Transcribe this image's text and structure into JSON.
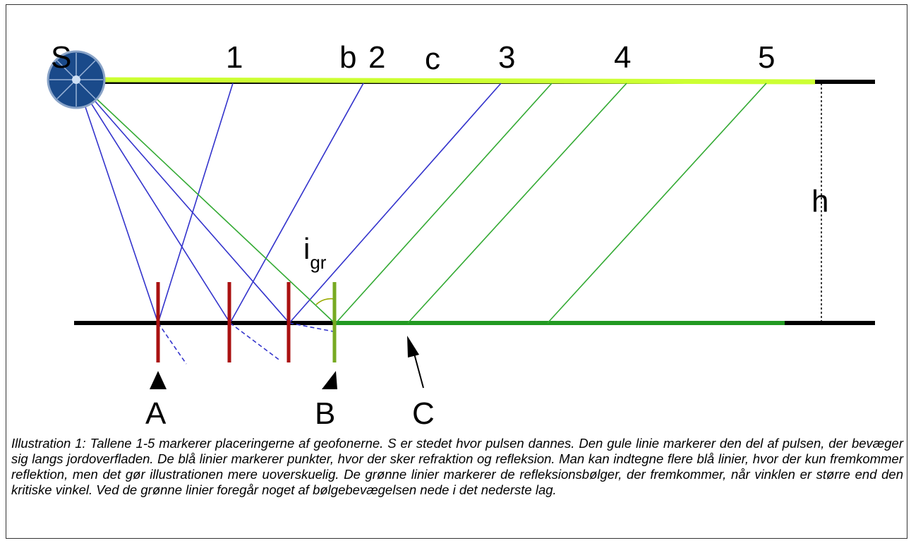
{
  "labels": {
    "source": "S",
    "geophones": [
      "1",
      "b",
      "2",
      "c",
      "3",
      "4",
      "5"
    ],
    "depth": "h",
    "angle_main": "i",
    "angle_sub": "gr",
    "markers": [
      "A",
      "B",
      "C"
    ]
  },
  "caption": "Illustration 1: Tallene 1-5 markerer placeringerne af geofonerne. S er stedet hvor pulsen dannes. Den gule linie markerer den del af pulsen, der bevæger sig langs jordoverfladen. De blå linier markerer punkter, hvor der sker refraktion og refleksion. Man kan indtegne flere blå linier, hvor der kun fremkommer reflektion, men det gør illustrationen mere uoverskuelig. De grønne linier markerer de refleksionsbølger, der fremkommer, når vinklen er større end den kritiske vinkel. Ved de grønne linier foregår noget af bølgebevægelsen nede i det nederste lag.",
  "colors": {
    "surface_wave": "#ccff33",
    "refraction": "#3333cc",
    "critical": "#33aa33",
    "red_marker": "#aa1111",
    "b_marker": "#77aa22",
    "ground_green": "#229922",
    "source_fill": "#1a4a8a"
  }
}
